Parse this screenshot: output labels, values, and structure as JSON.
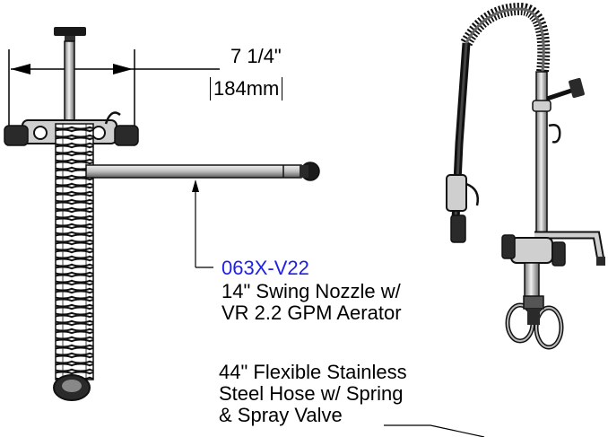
{
  "dimension": {
    "imperial": "7 1/4\"",
    "metric": "184mm"
  },
  "callout_nozzle": {
    "part_number": "063X-V22",
    "line1": "14\" Swing Nozzle w/",
    "line2": "VR 2.2 GPM Aerator"
  },
  "callout_hose": {
    "line1": "44\" Flexible Stainless",
    "line2": "Steel Hose w/ Spring",
    "line3": "& Spray Valve"
  },
  "colors": {
    "part_number": "#1f1fe6",
    "line": "#000000"
  }
}
